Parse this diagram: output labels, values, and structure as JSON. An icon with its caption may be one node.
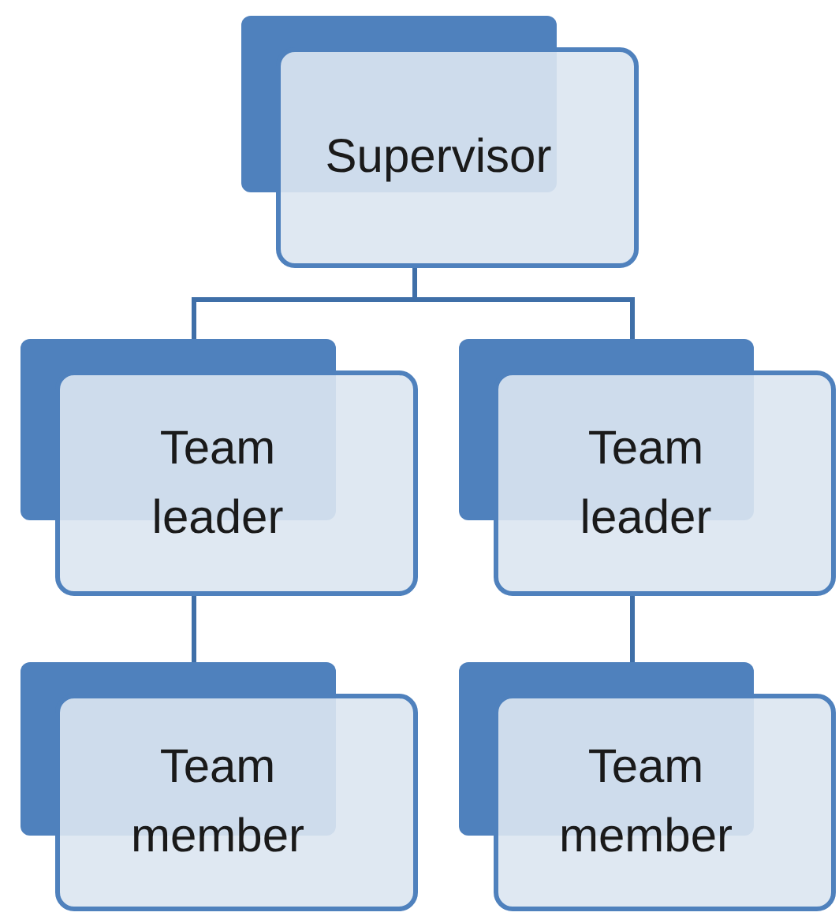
{
  "diagram": {
    "nodes": [
      {
        "text": [
          "Supervisor"
        ]
      },
      {
        "text": [
          "Team leader"
        ]
      },
      {
        "text": [
          "Team leader"
        ]
      },
      {
        "text": [
          "Team member"
        ]
      },
      {
        "text": [
          "Team member"
        ]
      }
    ],
    "edges": [
      {
        "from": 0,
        "to": 1,
        "arrow": "none"
      },
      {
        "from": 0,
        "to": 2,
        "arrow": "none"
      },
      {
        "from": 1,
        "to": 3,
        "arrow": "none"
      },
      {
        "from": 2,
        "to": 4,
        "arrow": "none"
      }
    ]
  }
}
